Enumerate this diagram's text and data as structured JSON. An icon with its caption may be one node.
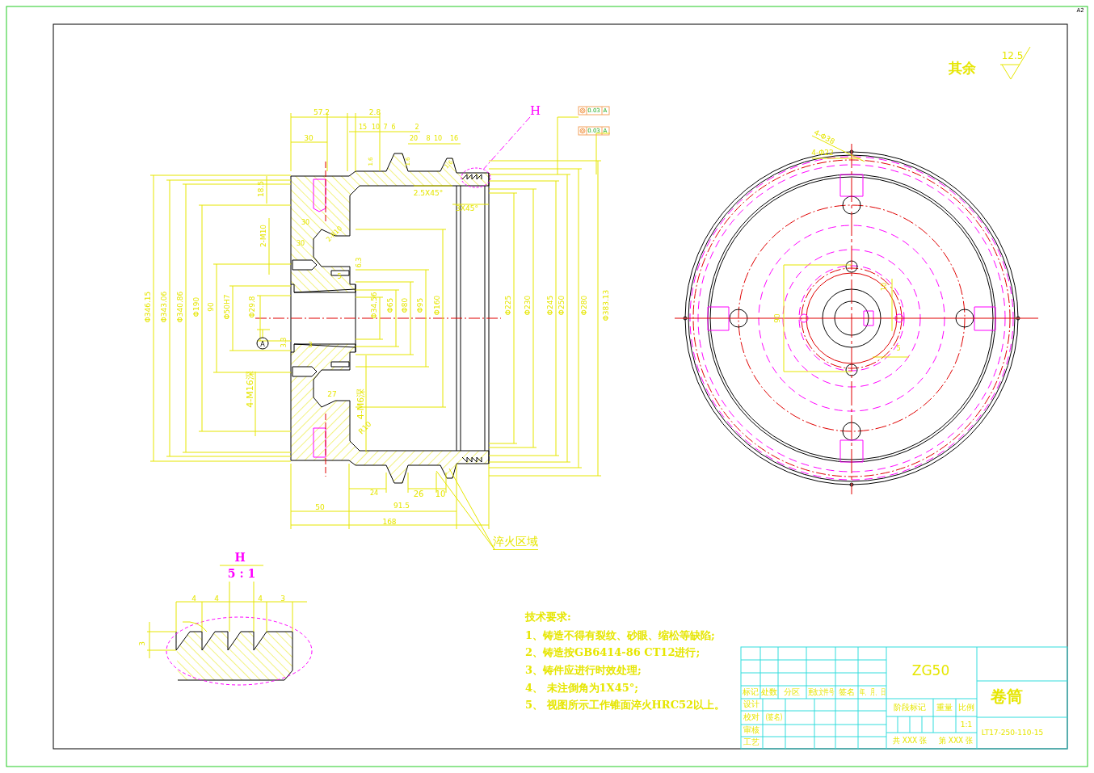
{
  "diagram": {
    "nodes": [
      {
        "text": [
          "H"
        ]
      },
      {
        "text": [],
        "shape": "circle"
      },
      {
        "text": [
          "淬火区域"
        ]
      }
    ],
    "edges": [
      {
        "from": 0,
        "to": 1,
        "arrow": "none",
        "style": "dashed",
        "color": "#ff00ff"
      },
      {
        "from": 2,
        "to": null,
        "arrow": "none"
      },
      {
        "from": 2,
        "to": null,
        "arrow": "none"
      }
    ],
    "labels": [
      "A2",
      "其余",
      "12.5",
      "57.2",
      "2.8",
      "30",
      "15",
      "10",
      "7",
      "6",
      "2",
      "20",
      "8",
      "10",
      "16",
      "18.5",
      "2.5X45°",
      "3X45°",
      "2-M10",
      "30",
      "2-R10",
      "30",
      "6.3",
      "5",
      "Φ346.15",
      "Φ343.06",
      "Φ340.86",
      "Φ190",
      "90",
      "Φ50H7",
      "Φ29.8",
      "3.3",
      "3",
      "Φ34.56",
      "Φ65",
      "Φ80",
      "Φ95",
      "Φ160",
      "Φ225",
      "Φ230",
      "Φ245",
      "Φ250",
      "Φ280",
      "Φ383.13",
      "4-M16深",
      "27",
      "4-M6深",
      "R10",
      "24",
      "26",
      "10",
      "50",
      "91.5",
      "168",
      "4-Φ38",
      "4-Φ22",
      "90",
      "10",
      "5",
      "5 : 1",
      "4",
      "4",
      "4",
      "3",
      "3",
      "0.03",
      "A",
      "0.03",
      "A",
      "A",
      "技术要求:",
      "1、铸造不得有裂纹、砂眼、缩松等缺陷;",
      "2、铸造按GB6414-86 CT12进行;",
      "3、铸件应进行时效处理;",
      "4、 未注倒角为1X45°;",
      "5、 视图所示工作锥面淬火HRC52以上。",
      "ZG50",
      "卷筒",
      "标记",
      "处数",
      "分区",
      "更改文件号",
      "签名",
      "年、月、日",
      "设计",
      "校对",
      "(签名)",
      "审核",
      "工艺",
      "阶段标记",
      "重量",
      "比例",
      "1:1",
      "LT17-250-110-15",
      "共 XXX 张",
      "第 XXX 张",
      "1.6",
      "1.6",
      "1.6",
      "H"
    ]
  }
}
